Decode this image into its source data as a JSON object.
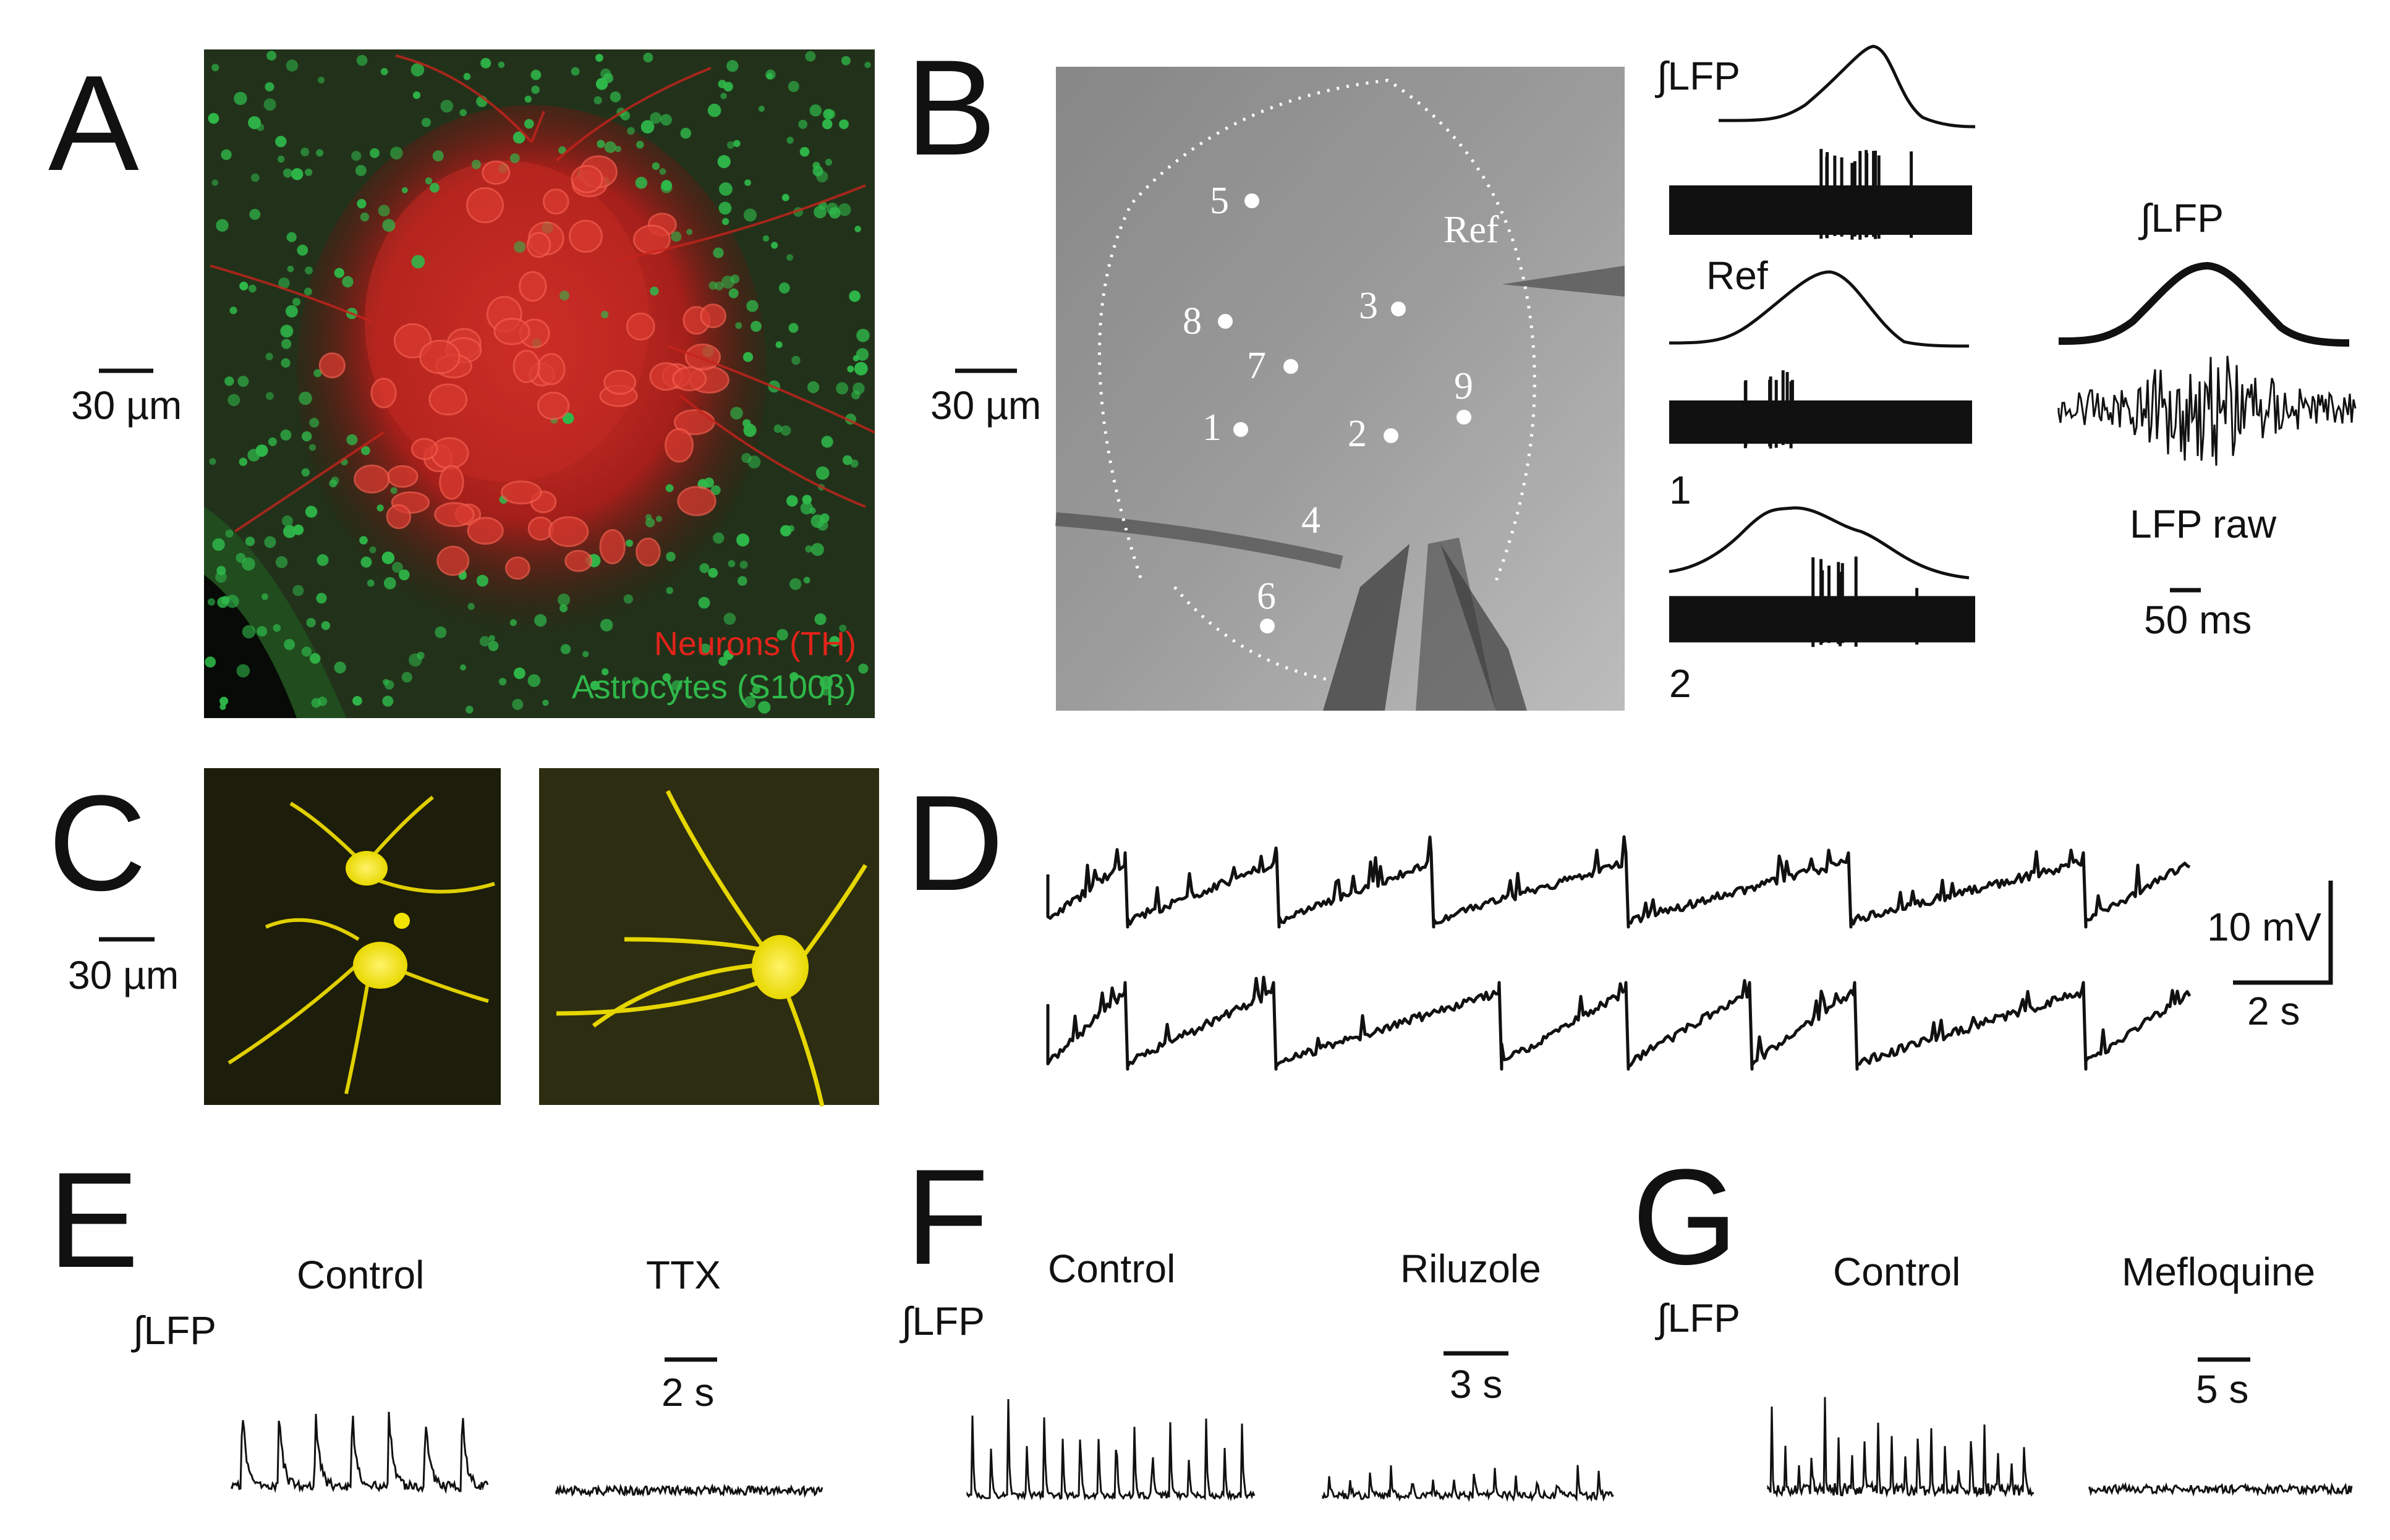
{
  "panels": {
    "A": {
      "label": "A",
      "scale": "30 µm",
      "legend_neurons": "Neurons (TH)",
      "legend_astro": "Astrocytes (S100β)",
      "colors": {
        "neurons": "#e2231a",
        "astrocytes": "#2fb84a"
      }
    },
    "B": {
      "label": "B",
      "scale": "30 µm",
      "ref_marker": "Ref",
      "points": [
        "1",
        "2",
        "3",
        "4",
        "5",
        "6",
        "7",
        "8",
        "9"
      ],
      "int_lfp": "∫LFP",
      "ref": "Ref",
      "trace1": "1",
      "trace2": "2",
      "int_lfp_right": "∫LFP",
      "lfp_raw": "LFP raw",
      "time_scale": "50 ms"
    },
    "C": {
      "label": "C",
      "scale": "30 µm",
      "dye_color": "#ffee00"
    },
    "D": {
      "label": "D",
      "v_scale": "10 mV",
      "t_scale": "2 s"
    },
    "E": {
      "label": "E",
      "int_lfp": "∫LFP",
      "control": "Control",
      "drug": "TTX",
      "t_scale": "2 s"
    },
    "F": {
      "label": "F",
      "int_lfp": "∫LFP",
      "control": "Control",
      "drug": "Riluzole",
      "t_scale": "3 s"
    },
    "G": {
      "label": "G",
      "int_lfp": "∫LFP",
      "control": "Control",
      "drug": "Mefloquine",
      "t_scale": "5 s"
    }
  }
}
